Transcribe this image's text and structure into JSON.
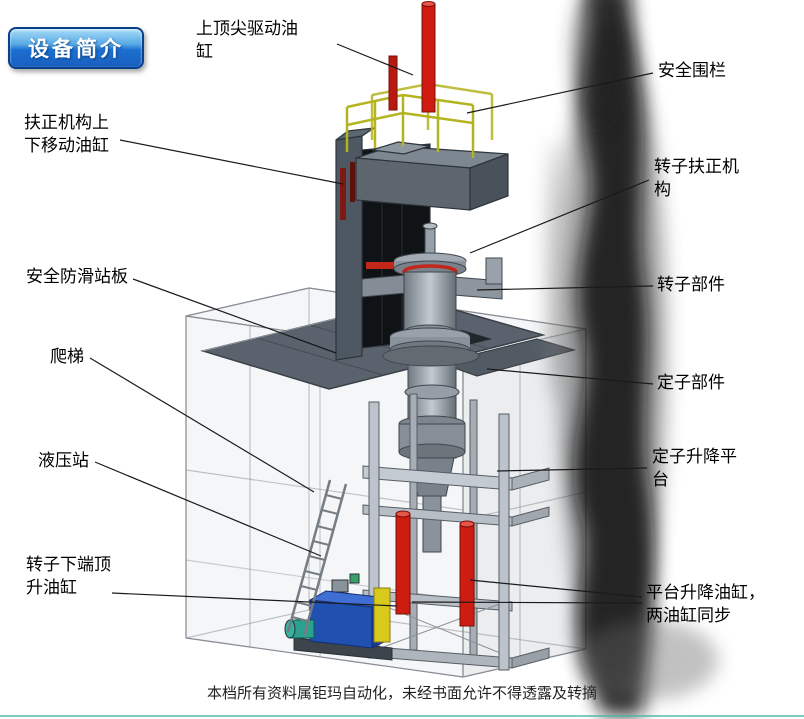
{
  "badge": {
    "label": "设备简介"
  },
  "labels": {
    "top_drive_cylinder": "上顶尖驱动油缸",
    "safety_fence": "安全围栏",
    "straightening_up_down_cylinder": "扶正机构上下移动油缸",
    "rotor_straightening_mechanism": "转子扶正机构",
    "anti_slip_platform": "安全防滑站板",
    "rotor_parts": "转子部件",
    "ladder": "爬梯",
    "stator_parts": "定子部件",
    "hydraulic_station": "液压站",
    "stator_lift_platform": "定子升降平台",
    "rotor_bottom_jack_cylinder": "转子下端顶升油缸",
    "platform_lift_cylinders": "平台升降油缸，两油缸同步"
  },
  "footer": {
    "text": "本档所有资料属钜玛自动化，未经书面允许不得透露及转摘"
  },
  "colors": {
    "cylinder_red": "#ce1c10",
    "railing_yellow": "#b3b41f",
    "hydraulic_blue": "#2050b0",
    "badge_blue": "#1b6fd0",
    "platform_gray": "#5a636d",
    "divider_teal": "#49b8a8"
  }
}
